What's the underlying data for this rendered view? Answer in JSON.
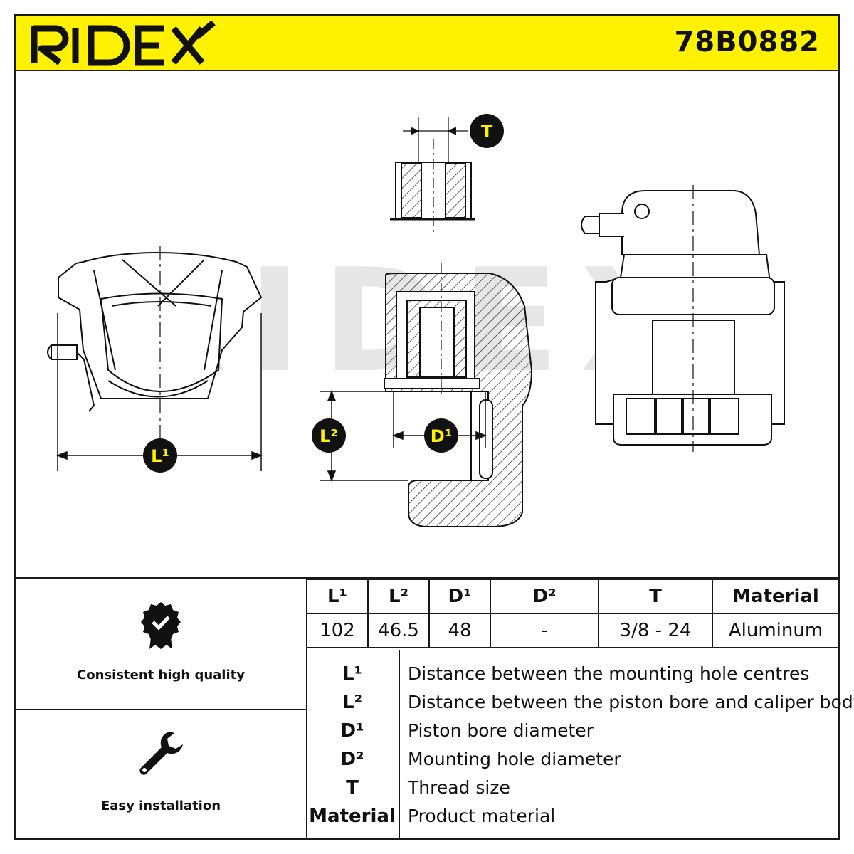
{
  "brand": {
    "logo_text": "RIDEX",
    "part_number": "78B0882",
    "header_color": "#fff200"
  },
  "drawing": {
    "watermark_text": "RIDEX",
    "badges": {
      "t": "T",
      "l1": "L¹",
      "l2": "L²",
      "d1": "D¹"
    }
  },
  "features": [
    {
      "label": "Consistent high quality",
      "icon": "quality-badge-icon"
    },
    {
      "label": "Easy installation",
      "icon": "wrench-icon"
    }
  ],
  "spec_table": {
    "headers": [
      "L¹",
      "L²",
      "D¹",
      "D²",
      "T",
      "Material"
    ],
    "values": [
      "102",
      "46.5",
      "48",
      "-",
      "3/8 - 24",
      "Aluminum"
    ]
  },
  "legend": [
    {
      "key": "L¹",
      "desc": "Distance between the mounting hole centres"
    },
    {
      "key": "L²",
      "desc": "Distance between the piston bore and caliper body"
    },
    {
      "key": "D¹",
      "desc": "Piston bore diameter"
    },
    {
      "key": "D²",
      "desc": "Mounting hole diameter"
    },
    {
      "key": "T",
      "desc": "Thread size"
    },
    {
      "key": "Material",
      "desc": "Product material"
    }
  ]
}
